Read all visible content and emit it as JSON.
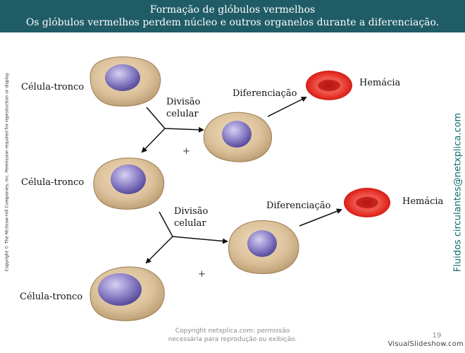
{
  "header": {
    "title": "Formação de glóbulos vermelhos",
    "subtitle": "Os glóbulos vermelhos perdem núcleo e outros organelos durante a diferenciação."
  },
  "diagram": {
    "stem_cell_label": "Célula-tronco",
    "division_label_line1": "Divisão",
    "division_label_line2": "celular",
    "differentiation_label": "Diferenciação",
    "erythrocyte_label": "Hemácia",
    "plus_sign": "+"
  },
  "side_copyright": "Copyright © The McGraw-Hill Companies, Inc. Permission required for reproduction or display.",
  "side_credit": "Fluidos circulantes@netxplica.com",
  "footer": {
    "note_line1": "Copyright netxplica.com: permissão",
    "note_line2": "necessária para reprodução ou exibição.",
    "page_number": "19",
    "watermark": "VisualSlideshow.com"
  },
  "colors": {
    "header_bg": "#1f5c66",
    "cell_body": "#d9bf99",
    "nucleus": "#8b80c4",
    "erythrocyte": "#d8231e",
    "credit_text": "#0f6b6b"
  }
}
